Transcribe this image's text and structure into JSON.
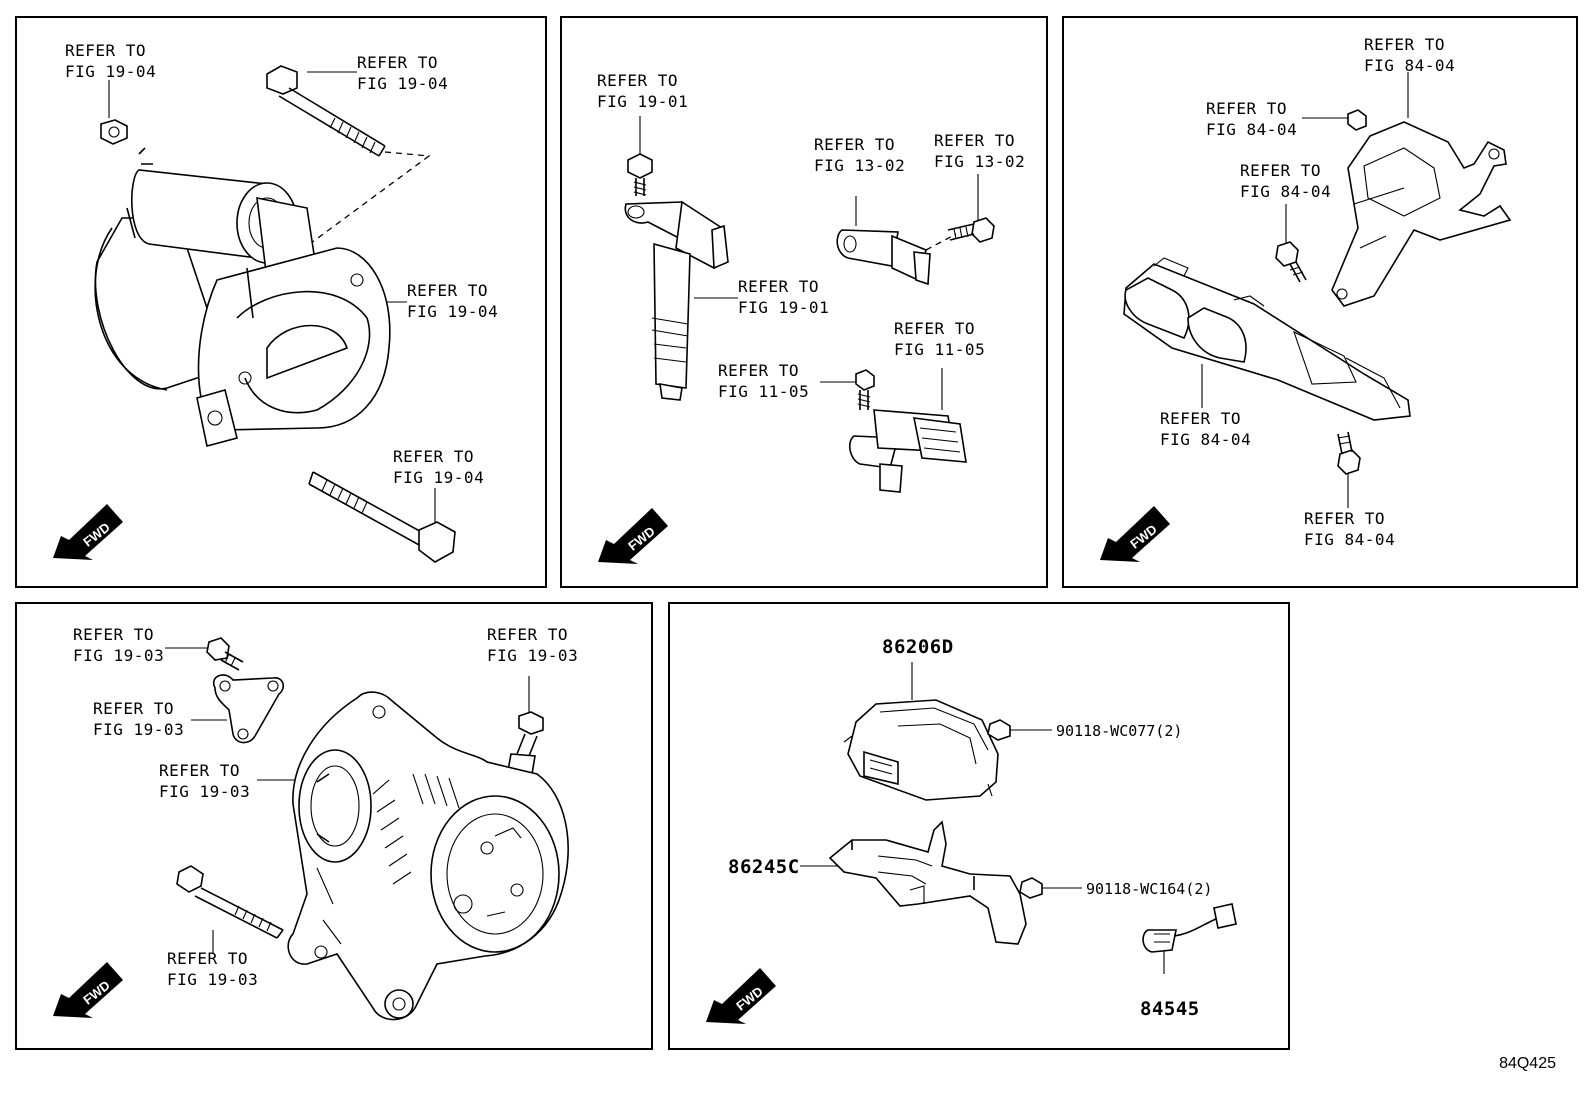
{
  "ref": {
    "r1904": [
      "REFER TO",
      "FIG 19-04"
    ],
    "r1901": [
      "REFER TO",
      "FIG 19-01"
    ],
    "r1302": [
      "REFER TO",
      "FIG 13-02"
    ],
    "r1105": [
      "REFER TO",
      "FIG 11-05"
    ],
    "r8404": [
      "REFER TO",
      "FIG 84-04"
    ],
    "r1903": [
      "REFER TO",
      "FIG 19-03"
    ]
  },
  "fwd_label": "FWD",
  "parts": {
    "p86206D": "86206D",
    "p86245C": "86245C",
    "p84545": "84545",
    "p90118a": "90118-WC077(2)",
    "p90118b": "90118-WC164(2)"
  },
  "diagram_code": "84Q425",
  "icons": [
    "fwd-arrow-icon"
  ]
}
